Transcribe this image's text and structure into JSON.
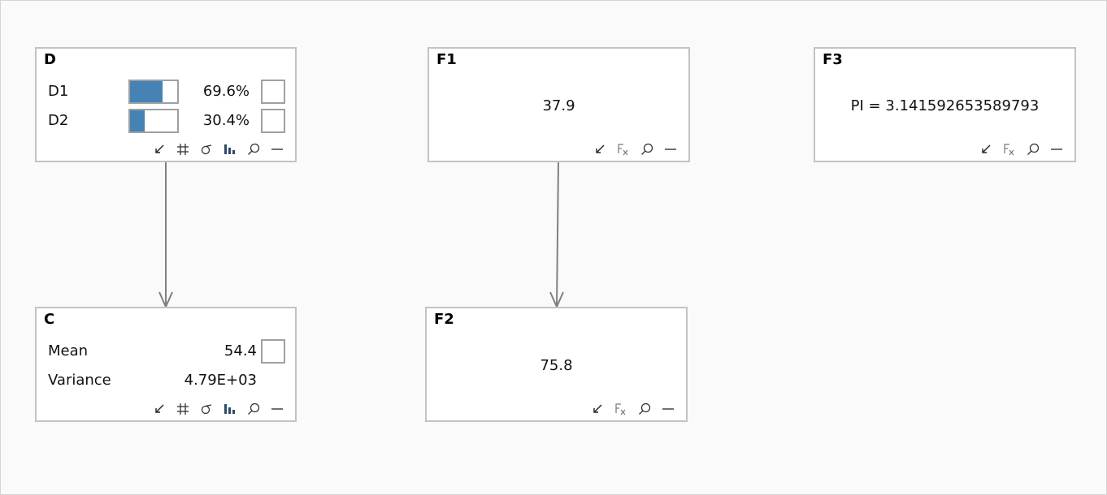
{
  "nodes": {
    "D": {
      "title": "D",
      "rows": [
        {
          "label": "D1",
          "percent": "69.6%",
          "fill": 0.696
        },
        {
          "label": "D2",
          "percent": "30.4%",
          "fill": 0.304
        }
      ],
      "toolbar": [
        "arrow-icon",
        "grid-icon",
        "sigma-icon",
        "bar-chart-icon",
        "search-icon",
        "minimize-icon"
      ]
    },
    "C": {
      "title": "C",
      "rows": [
        {
          "label": "Mean",
          "value": "54.4"
        },
        {
          "label": "Variance",
          "value": "4.79E+03"
        }
      ],
      "toolbar": [
        "arrow-icon",
        "grid-icon",
        "sigma-icon",
        "bar-chart-icon",
        "search-icon",
        "minimize-icon"
      ]
    },
    "F1": {
      "title": "F1",
      "value": "37.9",
      "toolbar": [
        "arrow-icon",
        "function-icon",
        "search-icon",
        "minimize-icon"
      ]
    },
    "F2": {
      "title": "F2",
      "value": "75.8",
      "toolbar": [
        "arrow-icon",
        "function-icon",
        "search-icon",
        "minimize-icon"
      ]
    },
    "F3": {
      "title": "F3",
      "value": "PI = 3.141592653589793",
      "toolbar": [
        "arrow-icon",
        "function-icon",
        "search-icon",
        "minimize-icon"
      ]
    }
  },
  "edges": [
    {
      "from": "D",
      "to": "C"
    },
    {
      "from": "F1",
      "to": "F2"
    }
  ],
  "colors": {
    "bar_fill": "#4682b4",
    "node_border": "#c3c3c3",
    "edge": "#808080",
    "canvas": "#fafafa"
  },
  "icons": {
    "arrow": "↙",
    "minimize": "—"
  }
}
